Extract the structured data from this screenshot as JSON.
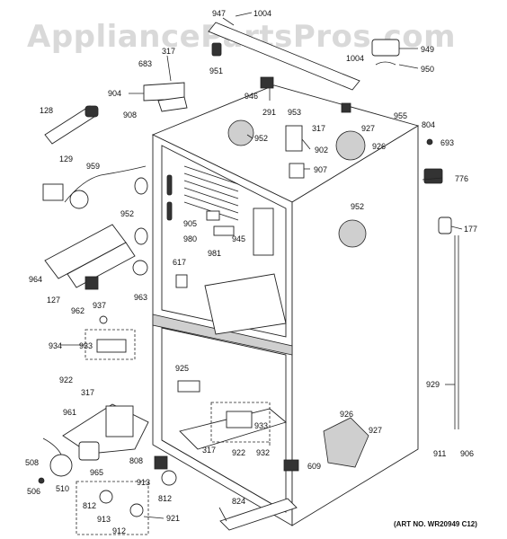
{
  "watermark": "AppliancePartsPros.com",
  "art_number": "(ART NO. WR20949 C12)",
  "callouts": {
    "c947": "947",
    "c1004a": "1004",
    "c949": "949",
    "c1004b": "1004",
    "c950": "950",
    "c317a": "317",
    "c683": "683",
    "c951": "951",
    "c904": "904",
    "c946": "946",
    "c908": "908",
    "c291": "291",
    "c953": "953",
    "c128": "128",
    "c955": "955",
    "c804": "804",
    "c317b": "317",
    "c952a": "952",
    "c927a": "927",
    "c902": "902",
    "c926a": "926",
    "c693": "693",
    "c129": "129",
    "c959": "959",
    "c907": "907",
    "c776": "776",
    "c952b": "952",
    "c905": "905",
    "c980": "980",
    "c945": "945",
    "c952c": "952",
    "c177": "177",
    "c981": "981",
    "c617": "617",
    "c964": "964",
    "c127": "127",
    "c963": "963",
    "c962": "962",
    "c937": "937",
    "c934": "934",
    "c933a": "933",
    "c922a": "922",
    "c317c": "317",
    "c925": "925",
    "c929": "929",
    "c961": "961",
    "c926b": "926",
    "c927b": "927",
    "c933b": "933",
    "c317d": "317",
    "c922b": "922",
    "c932": "932",
    "c508": "508",
    "c965": "965",
    "c808": "808",
    "c609": "609",
    "c911": "911",
    "c906": "906",
    "c913a": "913",
    "c506": "506",
    "c510": "510",
    "c812a": "812",
    "c812b": "812",
    "c913b": "913",
    "c824": "824",
    "c912": "912",
    "c921": "921"
  }
}
